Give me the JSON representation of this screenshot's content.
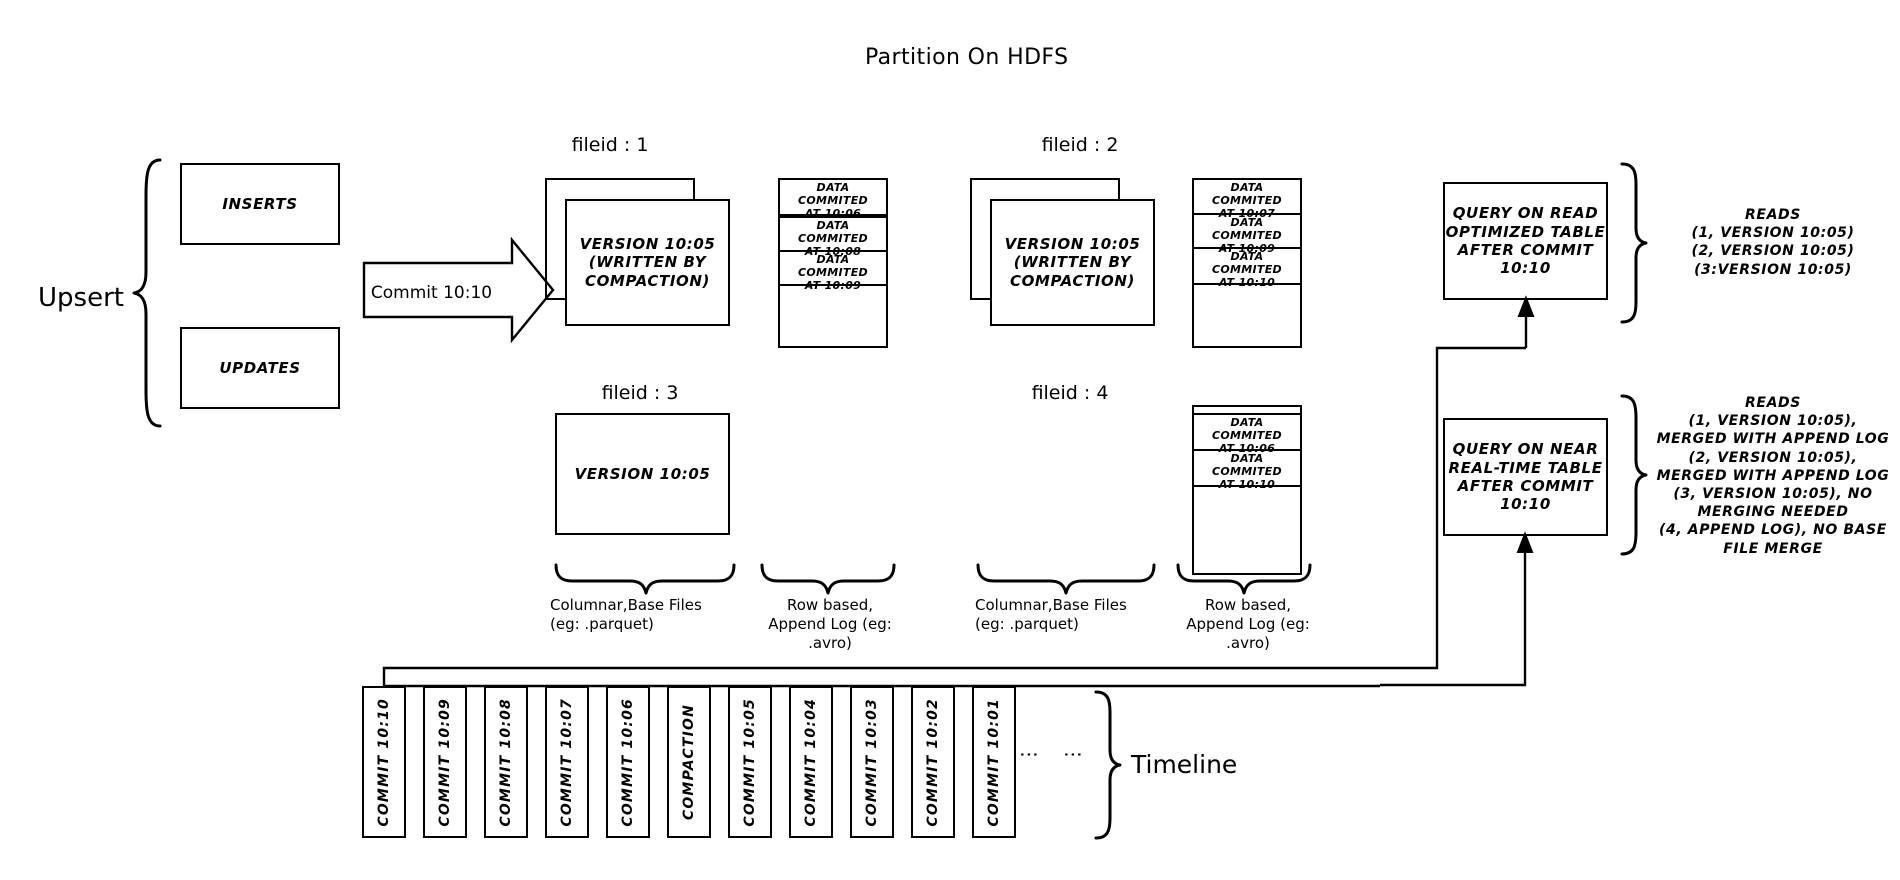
{
  "title": "Partition On HDFS",
  "upsert": {
    "label": "Upsert",
    "inserts_label": "INSERTS",
    "updates_label": "UPDATES"
  },
  "commit_arrow": {
    "label": "Commit 10:10"
  },
  "filegroups": [
    {
      "id": "fileid-1",
      "label": "fileid : 1",
      "base_file_text": "VERSION 10:05\n(WRITTEN BY\nCOMPACTION)",
      "stacked": true,
      "log_rows": [
        "DATA COMMITED\nAT 10:06",
        "DATA COMMITED\nAT 10:08",
        "DATA COMMITED\nAT 10:09"
      ]
    },
    {
      "id": "fileid-2",
      "label": "fileid : 2",
      "base_file_text": "VERSION 10:05\n(WRITTEN BY\nCOMPACTION)",
      "stacked": true,
      "log_rows": [
        "DATA COMMITED\nAT 10:07",
        "DATA COMMITED\nAT 10:09",
        "DATA COMMITED\nAT 10:10"
      ]
    },
    {
      "id": "fileid-3",
      "label": "fileid : 3",
      "base_file_text": "VERSION 10:05",
      "stacked": false,
      "log_rows": []
    },
    {
      "id": "fileid-4",
      "label": "fileid : 4",
      "base_file_text": "",
      "stacked": false,
      "log_rows": [
        "DATA COMMITED\nAT 10:06",
        "DATA COMMITED\nAT 10:10"
      ]
    }
  ],
  "captions": {
    "columnar_left": "Columnar,Base Files\n(eg: .parquet)",
    "rowbased_left": "Row based,\nAppend Log  (eg:\n.avro)",
    "columnar_right": "Columnar,Base Files\n(eg: .parquet)",
    "rowbased_right": "Row based,\nAppend Log  (eg:\n.avro)"
  },
  "queries": [
    {
      "id": "read-optimized",
      "box_text": "QUERY ON READ\nOPTIMIZED TABLE\nAFTER COMMIT\n10:10",
      "reads_text": "READS\n(1, VERSION 10:05)\n(2, VERSION 10:05)\n(3:VERSION 10:05)"
    },
    {
      "id": "near-real-time",
      "box_text": "QUERY ON NEAR\nREAL-TIME TABLE\nAFTER COMMIT\n10:10",
      "reads_text": "READS\n(1, VERSION 10:05),\nMERGED WITH APPEND LOG\n(2, VERSION 10:05),\nMERGED WITH APPEND LOG\n(3, VERSION 10:05), NO\nMERGING NEEDED\n(4, APPEND LOG), NO BASE\nFILE MERGE"
    }
  ],
  "timeline": {
    "label": "Timeline",
    "ellipsis": "⋮",
    "entries": [
      "COMMIT  10:10",
      "COMMIT  10:09",
      "COMMIT  10:08",
      "COMMIT  10:07",
      "COMMIT  10:06",
      "COMPACTION",
      "COMMIT  10:05",
      "COMMIT  10:04",
      "COMMIT  10:03",
      "COMMIT  10:02",
      "COMMIT  10:01"
    ]
  },
  "colors": {
    "ink": "#000000",
    "paper": "#ffffff"
  }
}
